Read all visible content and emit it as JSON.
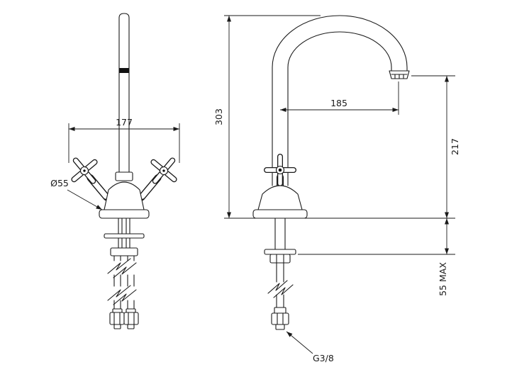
{
  "colors": {
    "line": "#1a1a1a",
    "background": "#ffffff"
  },
  "front_view": {
    "width_across_handles": "177",
    "base_diameter": "Ø55"
  },
  "side_view": {
    "overall_height": "303",
    "spout_reach": "185",
    "spout_outlet_height": "217",
    "max_deck_thickness": "55 MAX",
    "inlet_thread": "G3/8"
  }
}
